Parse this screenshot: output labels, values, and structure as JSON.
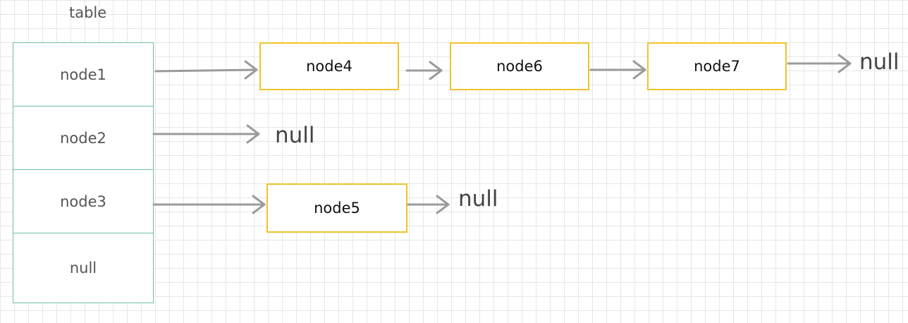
{
  "table": {
    "title": "table",
    "slots": [
      "node1",
      "node2",
      "node3",
      "null"
    ]
  },
  "chains": {
    "node4": "node4",
    "node6": "node6",
    "node7": "node7",
    "node5": "node5",
    "null_after_node7": "null",
    "null_slot2": "null",
    "null_after_node5": "null"
  },
  "colors": {
    "table_border": "#6fbfa4",
    "node_border": "#eec32c",
    "arrow": "#9b9b9b",
    "grid": "#e6e6e6"
  }
}
